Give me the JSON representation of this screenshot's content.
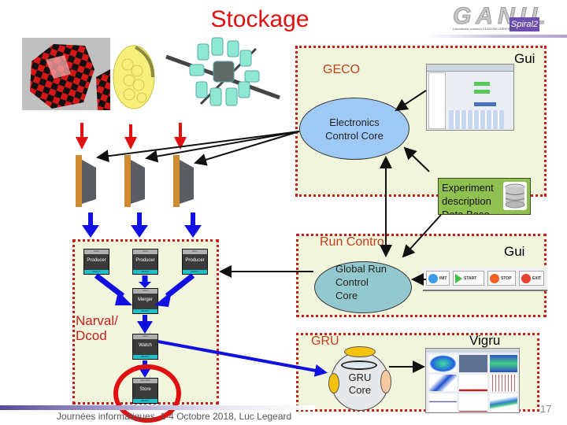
{
  "slide": {
    "title": "Stockage",
    "page_number": "17",
    "footer": "Journées informatiques, 1-4 Octobre 2018, Luc Legeard"
  },
  "logo": {
    "text": "GANIL",
    "sub": "Spiral2",
    "tagline": "Laboratoire commun CEA/DSM CNRS/IN2P3"
  },
  "geco": {
    "label": "GECO",
    "gui_label": "Gui",
    "core_line1": "Electronics",
    "core_line2": "Control Core",
    "db_line1": "Experiment",
    "db_line2": "description",
    "db_line3": "Data Base"
  },
  "run_control": {
    "label": "Run Control",
    "gui_label": "Gui",
    "core_line1": "Global Run",
    "core_line2": "Control",
    "core_line3": "Core",
    "buttons": [
      {
        "label": "INIT",
        "color": "#3a9ae8"
      },
      {
        "label": "START",
        "color": "#40c040"
      },
      {
        "label": "STOP",
        "color": "#f06020"
      },
      {
        "label": "EXIT",
        "color": "#e84030"
      }
    ]
  },
  "gru": {
    "label": "GRU",
    "viewer_label": "Vigru",
    "core_line1": "GRU",
    "core_line2": "Core"
  },
  "narval": {
    "label_line1": "Narval/",
    "label_line2": "Dcod",
    "actors": [
      {
        "name": "Producer",
        "header": "Actor",
        "status": "READY"
      },
      {
        "name": "Producer",
        "header": "Actor",
        "status": "READY"
      },
      {
        "name": "Producer",
        "header": "Actor",
        "status": "READY"
      },
      {
        "name": "Merger",
        "header": "Actor",
        "status": "READY"
      },
      {
        "name": "Watch",
        "header": "Actor",
        "status": "READY"
      },
      {
        "name": "Store",
        "header": "new actor",
        "status": "READY"
      }
    ]
  },
  "colors": {
    "title": "#e01010",
    "box_border": "#c81e1e",
    "box_fill": "#f1f5dc",
    "data_flow_arrow": "#1010e0",
    "detector_arrow": "#e01010",
    "highlight_circle": "#e01010"
  }
}
